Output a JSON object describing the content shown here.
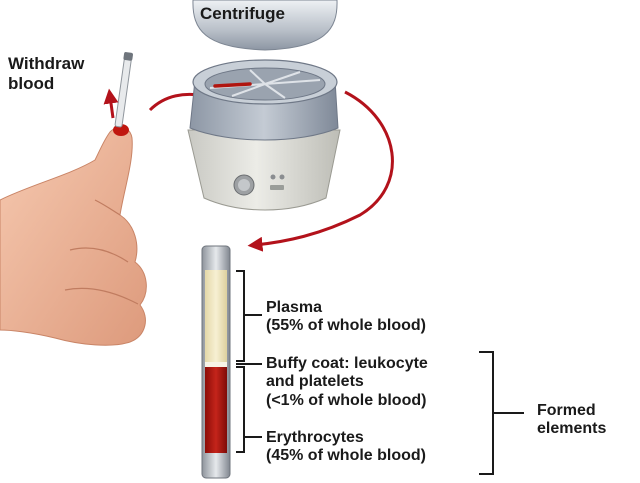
{
  "labels": {
    "centrifuge": "Centrifuge",
    "withdraw_line1": "Withdraw",
    "withdraw_line2": "blood",
    "plasma_line1": "Plasma",
    "plasma_line2": "(55% of whole blood)",
    "buffy_line1": "Buffy coat: leukocyte",
    "buffy_line2": "and platelets",
    "buffy_line3": "(<1% of whole blood)",
    "erythro_line1": "Erythrocytes",
    "erythro_line2": "(45% of whole blood)",
    "formed_line1": "Formed",
    "formed_line2": "elements"
  },
  "colors": {
    "plasma": "#f3e9bf",
    "erythrocytes": "#b0150f",
    "buffy_coat": "#f7f3e6",
    "arrow": "#b3121b",
    "skin": "#f0b79a",
    "centrifuge_body": "#d9d9d4",
    "centrifuge_lid": "#aab3bf"
  },
  "icons": {
    "hand": "hand-holding-tube-icon",
    "centrifuge": "centrifuge-icon",
    "tube": "test-tube-icon"
  }
}
